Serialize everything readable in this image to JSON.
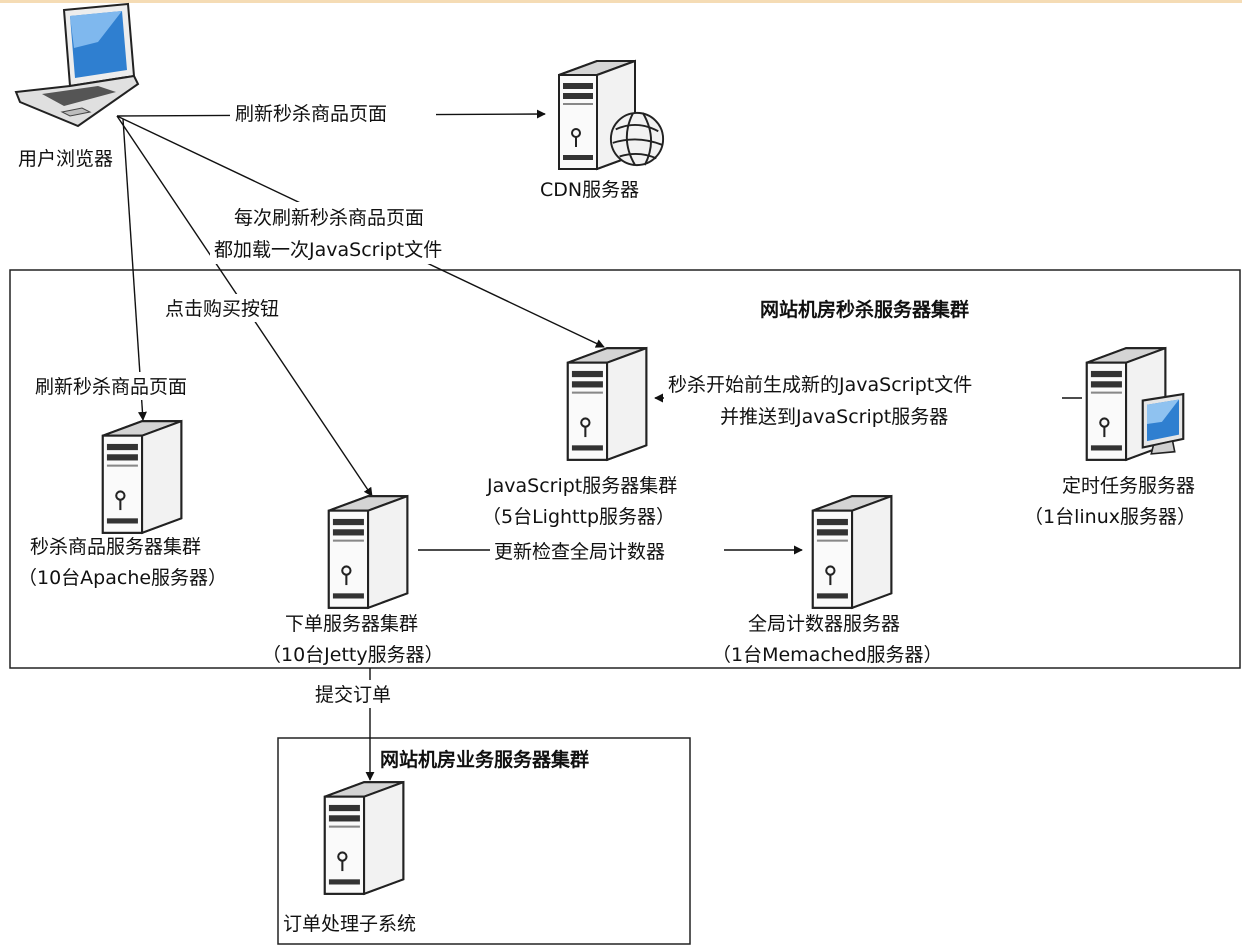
{
  "nodes": {
    "user_browser": "用户浏览器",
    "cdn_server": "CDN服务器",
    "js_cluster": [
      "JavaScript服务器集群",
      "（5台Lighttp服务器）"
    ],
    "timer_server": [
      "定时任务服务器",
      "（1台linux服务器）"
    ],
    "product_cluster": [
      "秒杀商品服务器集群",
      "（10台Apache服务器）"
    ],
    "order_cluster": [
      "下单服务器集群",
      "（10台Jetty服务器）"
    ],
    "counter_server": [
      "全局计数器服务器",
      "（1台Memached服务器）"
    ],
    "order_system": "订单处理子系统"
  },
  "groups": {
    "seckill_cluster": "网站机房秒杀服务器集群",
    "business_cluster": "网站机房业务服务器集群"
  },
  "edges": {
    "refresh_to_cdn": "刷新秒杀商品页面",
    "load_js": [
      "每次刷新秒杀商品页面",
      "都加载一次JavaScript文件"
    ],
    "click_buy": "点击购买按钮",
    "refresh_product": "刷新秒杀商品页面",
    "generate_js": [
      "秒杀开始前生成新的JavaScript文件",
      "并推送到JavaScript服务器"
    ],
    "update_counter": "更新检查全局计数器",
    "submit_order": "提交订单"
  },
  "colors": {
    "top_bar": "#f5dcb5",
    "line": "#111111",
    "server_body": "#f4f4f4",
    "screen": "#2f7fd0"
  },
  "icons": [
    "laptop-icon",
    "server-icon",
    "globe-icon",
    "monitor-icon"
  ]
}
